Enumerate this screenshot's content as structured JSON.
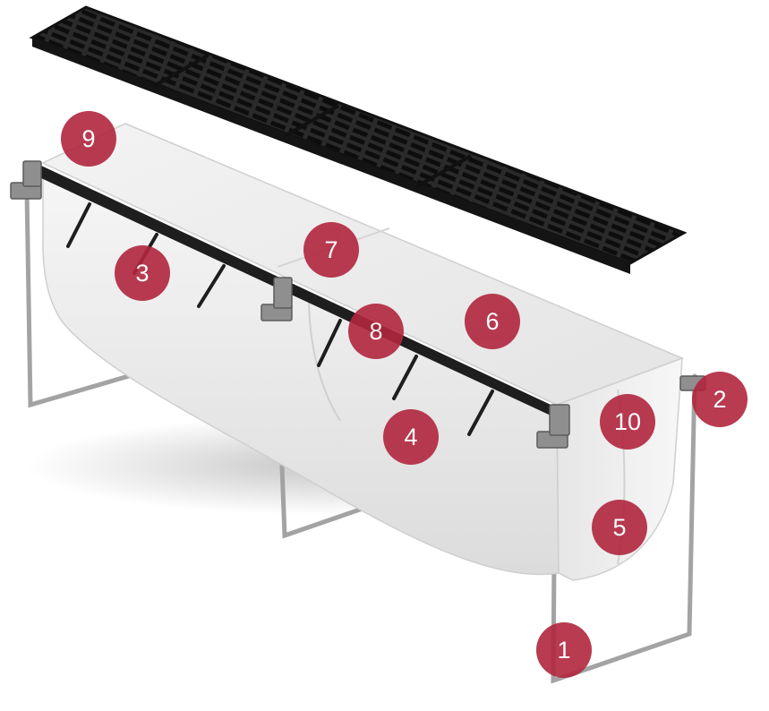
{
  "callouts": [
    {
      "id": "1",
      "label": "1"
    },
    {
      "id": "2",
      "label": "2"
    },
    {
      "id": "3",
      "label": "3"
    },
    {
      "id": "4",
      "label": "4"
    },
    {
      "id": "5",
      "label": "5"
    },
    {
      "id": "6",
      "label": "6"
    },
    {
      "id": "7",
      "label": "7"
    },
    {
      "id": "8",
      "label": "8"
    },
    {
      "id": "9",
      "label": "9"
    },
    {
      "id": "10",
      "label": "10"
    }
  ],
  "colors": {
    "callout": "#b1263e",
    "grate": "#1c1c1c",
    "channel": "#eeeeee",
    "steel": "#9a9a9a"
  },
  "components": [
    "drainage-grate",
    "channel-body",
    "steel-rail",
    "support-frame",
    "bolt-bracket",
    "anchor-tie"
  ]
}
